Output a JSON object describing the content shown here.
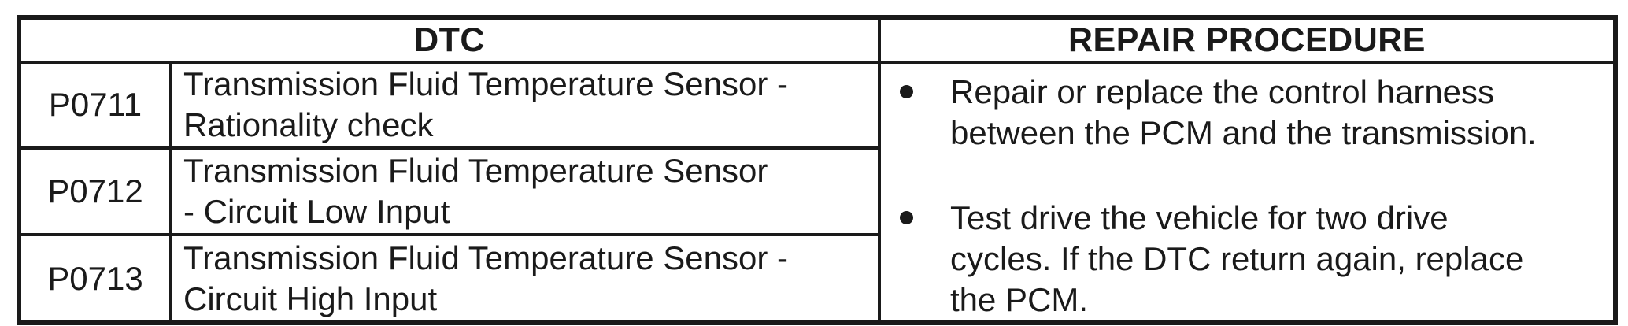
{
  "colors": {
    "ink": "#1a1a1a",
    "background": "#ffffff"
  },
  "table": {
    "header": {
      "dtc_label": "DTC",
      "repair_label": "REPAIR PROCEDURE"
    },
    "dtc_rows": [
      {
        "code": "P0711",
        "description": "Transmission Fluid Temperature Sensor -\nRationality check"
      },
      {
        "code": "P0712",
        "description": "Transmission Fluid Temperature Sensor\n- Circuit Low Input"
      },
      {
        "code": "P0713",
        "description": "Transmission Fluid Temperature Sensor -\nCircuit High Input"
      }
    ],
    "repair_steps": [
      {
        "text": "Repair or replace the control harness\nbetween the PCM and the transmission."
      },
      {
        "text": "Test drive the vehicle for two drive\ncycles. If the DTC return again, replace\nthe PCM."
      }
    ]
  }
}
